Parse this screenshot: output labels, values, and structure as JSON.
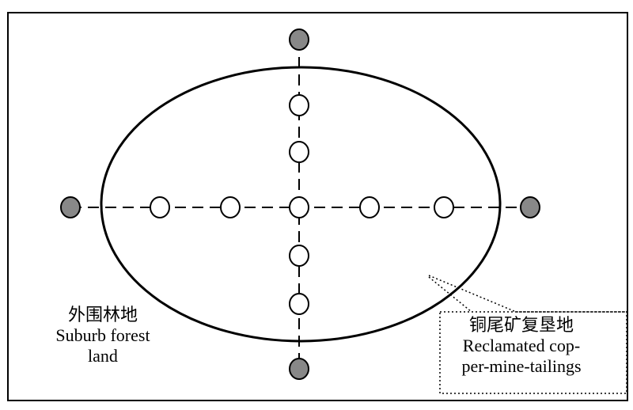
{
  "labels": {
    "forest_zh": "外围林地",
    "forest_en_1": "Suburb forest",
    "forest_en_2": "land",
    "tailings_zh": "铜尾矿复垦地",
    "tailings_en_1": "Reclamated cop-",
    "tailings_en_2": "per-mine-tailings"
  },
  "legend_semantics": {
    "inside_points": "open circle",
    "outside_points": "gray filled circle"
  },
  "colors": {
    "outside_fill": "#888888",
    "inside_fill": "#ffffff",
    "stroke": "#000000"
  }
}
